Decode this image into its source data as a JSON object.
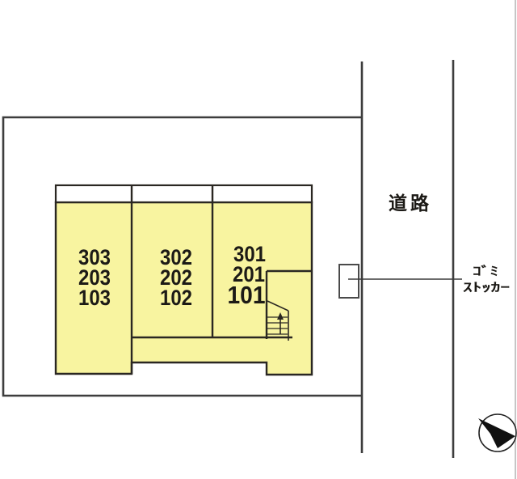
{
  "plan": {
    "rooms": [
      {
        "name": "left-stack",
        "lines": [
          "303",
          "203",
          "103"
        ]
      },
      {
        "name": "middle-stack",
        "lines": [
          "302",
          "202",
          "102"
        ]
      },
      {
        "name": "right-stack",
        "lines": [
          "301",
          "201"
        ],
        "featured_unit": "101"
      }
    ],
    "road_label": "道路",
    "garbage_stocker_label": [
      "ｺﾞﾐ",
      "ｽﾄｯｶｰ"
    ]
  },
  "colors": {
    "room_fill": "#F8F4A0",
    "wall": "#2a2722",
    "boundary": "#3d3d3d",
    "text_color": "#1c1a16"
  }
}
